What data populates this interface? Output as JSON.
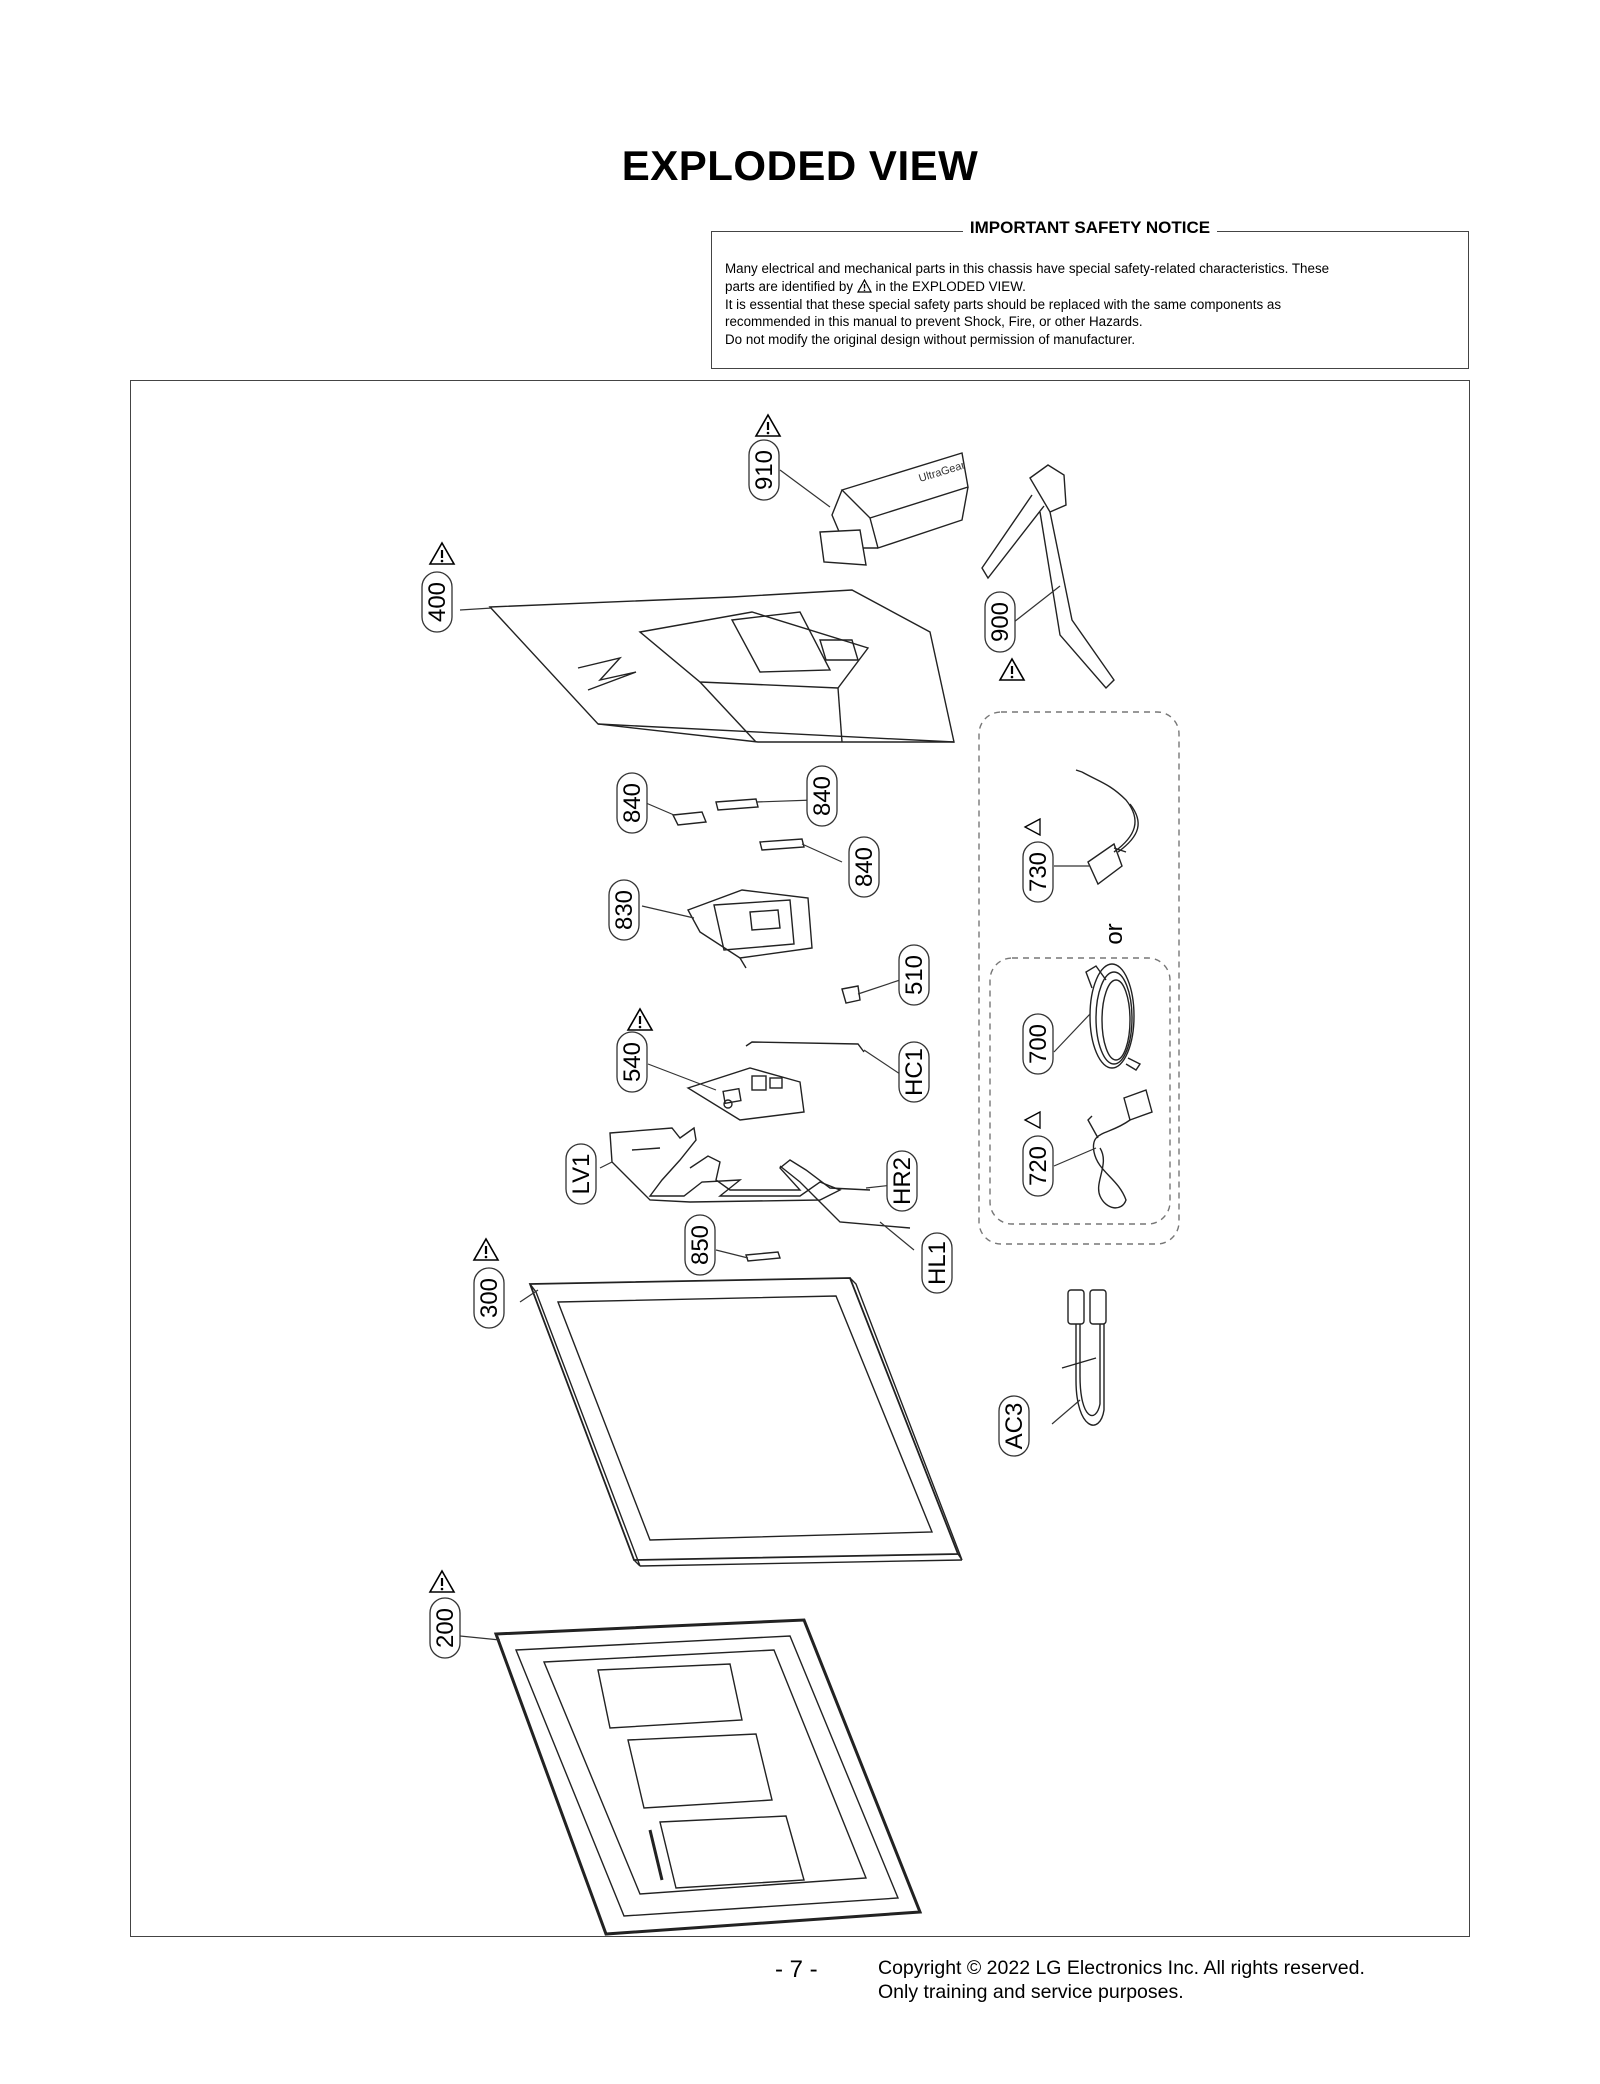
{
  "page": {
    "title": "EXPLODED VIEW",
    "page_number": "- 7 -",
    "copyright_line1": "Copyright © 2022 LG Electronics Inc. All rights reserved.",
    "copyright_line2": "Only training and service purposes."
  },
  "notice": {
    "heading": "IMPORTANT SAFETY NOTICE",
    "line1": "Many electrical and mechanical parts in this chassis have special safety-related characteristics. These",
    "line2a": "parts are identified by",
    "line2b": "in the EXPLODED VIEW.",
    "line3": "It is essential that these special safety parts should be replaced with the same components as",
    "line4": "recommended in this manual to prevent Shock, Fire, or other Hazards.",
    "line5": "Do not modify the original design without permission of manufacturer."
  },
  "diagram": {
    "brand_text": "UltraGear",
    "or_text": "or",
    "parts": {
      "p910": "910",
      "p900": "900",
      "p400": "400",
      "p840a": "840",
      "p840b": "840",
      "p840c": "840",
      "p830": "830",
      "p510": "510",
      "p540": "540",
      "pHC1": "HC1",
      "pLV1": "LV1",
      "pHR2": "HR2",
      "p850": "850",
      "pHL1": "HL1",
      "p300": "300",
      "p200": "200",
      "p730": "730",
      "p700": "700",
      "p720": "720",
      "pAC3": "AC3"
    }
  }
}
